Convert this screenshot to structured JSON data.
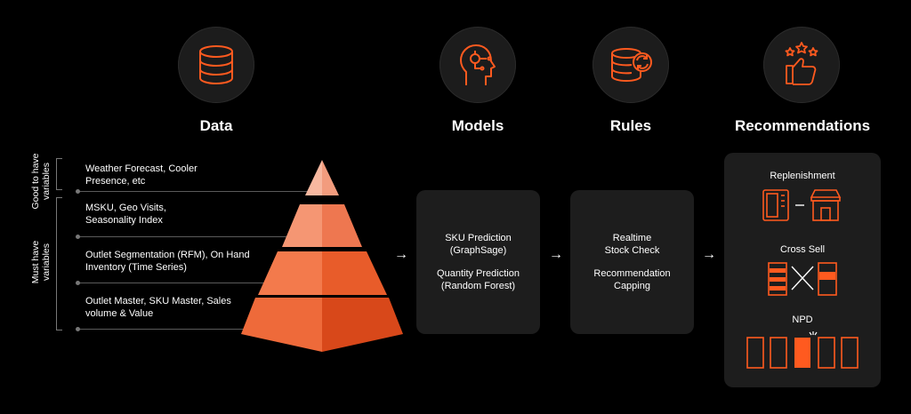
{
  "headings": {
    "data": "Data",
    "models": "Models",
    "rules": "Rules",
    "recommendations": "Recommendations"
  },
  "icons": {
    "data": "database-icon",
    "models": "ai-head-icon",
    "rules": "database-sync-icon",
    "recommendations": "thumbs-up-stars-icon"
  },
  "variable_groups": {
    "good_to_have": "Good to have variables",
    "must_have": "Must have variables"
  },
  "data_layers": [
    "Weather Forecast, Cooler Presence, etc",
    "MSKU, Geo Visits, Seasonality Index",
    "Outlet Segmentation (RFM), On Hand Inventory (Time Series)",
    "Outlet Master, SKU Master, Sales volume & Value"
  ],
  "models_panel": {
    "line1": "SKU Prediction",
    "line2": "(GraphSage)",
    "line3": "Quantity Prediction",
    "line4": "(Random Forest)"
  },
  "rules_panel": {
    "line1": "Realtime",
    "line2": "Stock Check",
    "line3": "Recommendation",
    "line4": "Capping"
  },
  "recommendations_panel": {
    "replenishment": "Replenishment",
    "cross_sell": "Cross Sell",
    "npd": "NPD"
  },
  "arrow_glyph": "→",
  "colors": {
    "accent": "#ff5a1f",
    "background": "#000000",
    "panel": "#1d1d1d",
    "icon_circle": "#1c1c1c"
  }
}
